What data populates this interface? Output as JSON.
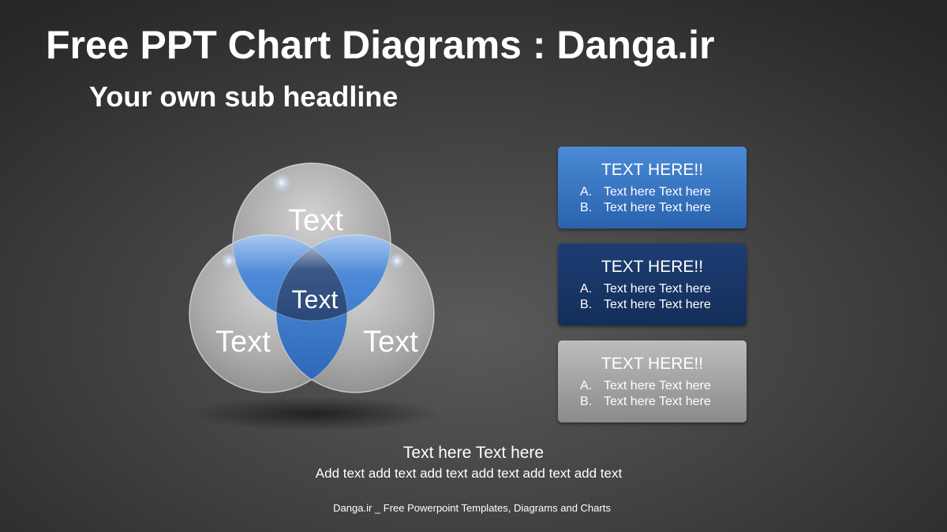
{
  "header": {
    "title": "Free PPT Chart Diagrams : Danga.ir",
    "subtitle": "Your own sub headline"
  },
  "venn": {
    "top_label": "Text",
    "left_label": "Text",
    "right_label": "Text",
    "center_label": "Text"
  },
  "boxes": [
    {
      "title": "TEXT HERE!!",
      "items": [
        {
          "marker": "A.",
          "text": "Text here Text here"
        },
        {
          "marker": "B.",
          "text": "Text here Text here"
        }
      ]
    },
    {
      "title": "TEXT HERE!!",
      "items": [
        {
          "marker": "A.",
          "text": "Text here Text here"
        },
        {
          "marker": "B.",
          "text": "Text here Text here"
        }
      ]
    },
    {
      "title": "TEXT HERE!!",
      "items": [
        {
          "marker": "A.",
          "text": "Text here Text here"
        },
        {
          "marker": "B.",
          "text": "Text here Text here"
        }
      ]
    }
  ],
  "footer": {
    "title": "Text here Text here",
    "line": "Add text add text add text add text add text add text",
    "credit": "Danga.ir _ Free Powerpoint Templates, Diagrams and Charts"
  },
  "colors": {
    "blue": "#3a78c8",
    "navy": "#173466",
    "gray": "#a3a3a3",
    "circle_gray": "#b0b0b0",
    "overlap_blue": "#3f7fd0"
  }
}
